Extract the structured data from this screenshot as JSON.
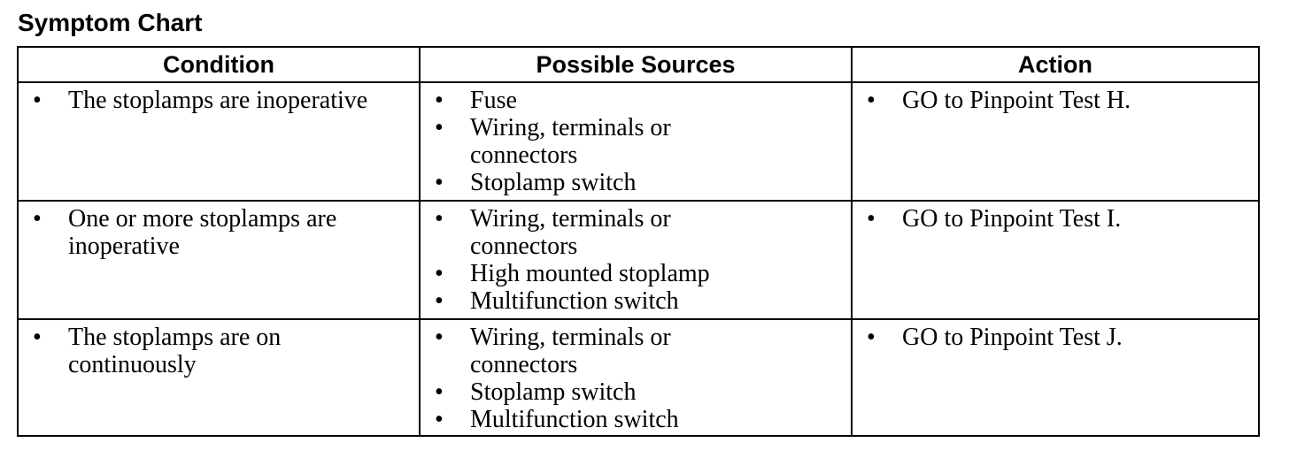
{
  "title": "Symptom Chart",
  "table": {
    "headers": [
      "Condition",
      "Possible Sources",
      "Action"
    ],
    "rows": [
      {
        "condition": [
          "The stoplamps are inoperative"
        ],
        "sources": [
          "Fuse",
          "Wiring, terminals or connectors",
          "Stoplamp switch"
        ],
        "action": [
          "GO to Pinpoint Test H."
        ]
      },
      {
        "condition": [
          "One or more stoplamps are inoperative"
        ],
        "sources": [
          "Wiring, terminals or connectors",
          "High mounted stoplamp",
          "Multifunction switch"
        ],
        "action": [
          "GO to Pinpoint Test I."
        ]
      },
      {
        "condition": [
          "The stoplamps are on continuously"
        ],
        "sources": [
          "Wiring, terminals or connectors",
          "Stoplamp switch",
          "Multifunction switch"
        ],
        "action": [
          "GO to Pinpoint Test J."
        ]
      }
    ]
  }
}
